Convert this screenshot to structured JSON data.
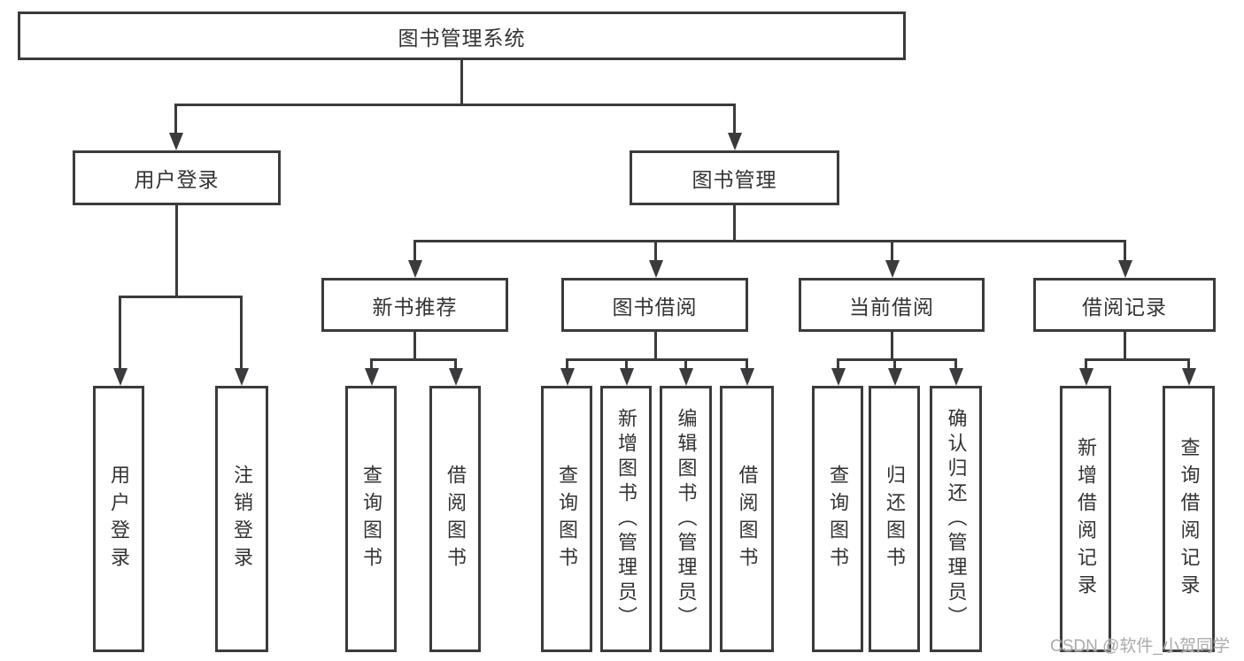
{
  "colors": {
    "line": "#3b3b3e",
    "text": "#333333",
    "box_background": "#ffffff",
    "page_background": "#ffffff",
    "watermark": "#ababab"
  },
  "watermark": "CSDN @软件_小贺同学",
  "tree": {
    "root": "图书管理系统",
    "user_login": {
      "label": "用户登录",
      "children": [
        "用户登录",
        "注销登录"
      ]
    },
    "book_mgmt": {
      "label": "图书管理",
      "sections": {
        "new_books": {
          "label": "新书推荐",
          "children": [
            "查询图书",
            "借阅图书"
          ]
        },
        "borrowing": {
          "label": "图书借阅",
          "children": [
            "查询图书",
            "新增图书（管理员）",
            "编辑图书（管理员）",
            "借阅图书"
          ]
        },
        "current": {
          "label": "当前借阅",
          "children": [
            "查询图书",
            "归还图书",
            "确认归还（管理员）"
          ]
        },
        "records": {
          "label": "借阅记录",
          "children": [
            "新增借阅记录",
            "查询借阅记录"
          ]
        }
      }
    }
  }
}
